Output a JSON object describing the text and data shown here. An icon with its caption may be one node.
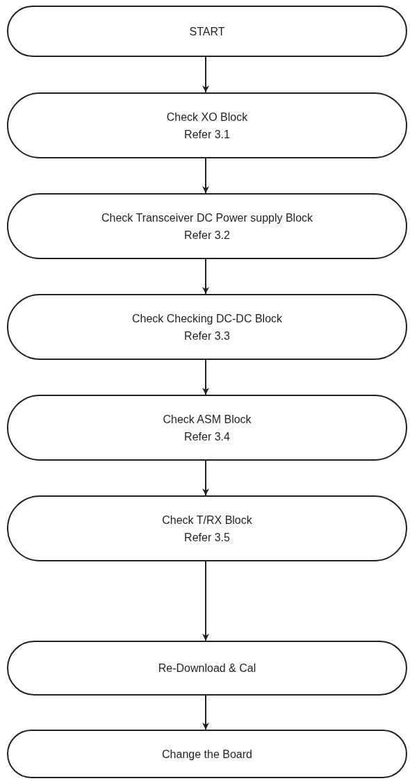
{
  "diagram": {
    "nodes": [
      {
        "text": [
          "START"
        ]
      },
      {
        "text": [
          "Check XO Block",
          "Refer 3.1"
        ]
      },
      {
        "text": [
          "Check Transceiver DC Power supply Block",
          "Refer 3.2"
        ]
      },
      {
        "text": [
          "Check Checking DC-DC Block",
          "Refer 3.3"
        ]
      },
      {
        "text": [
          "Check ASM Block",
          "Refer 3.4"
        ]
      },
      {
        "text": [
          "Check T/RX Block",
          "Refer 3.5"
        ]
      },
      {
        "text": [
          "Re-Download & Cal"
        ]
      },
      {
        "text": [
          "Change the Board"
        ]
      }
    ],
    "edges": [
      {
        "from": 0,
        "to": 1,
        "arrow": "to"
      },
      {
        "from": 1,
        "to": 2,
        "arrow": "to"
      },
      {
        "from": 2,
        "to": 3,
        "arrow": "to"
      },
      {
        "from": 3,
        "to": 4,
        "arrow": "to"
      },
      {
        "from": 4,
        "to": 5,
        "arrow": "to"
      },
      {
        "from": 5,
        "to": 6,
        "arrow": "to"
      },
      {
        "from": 6,
        "to": 7,
        "arrow": "to"
      }
    ]
  }
}
